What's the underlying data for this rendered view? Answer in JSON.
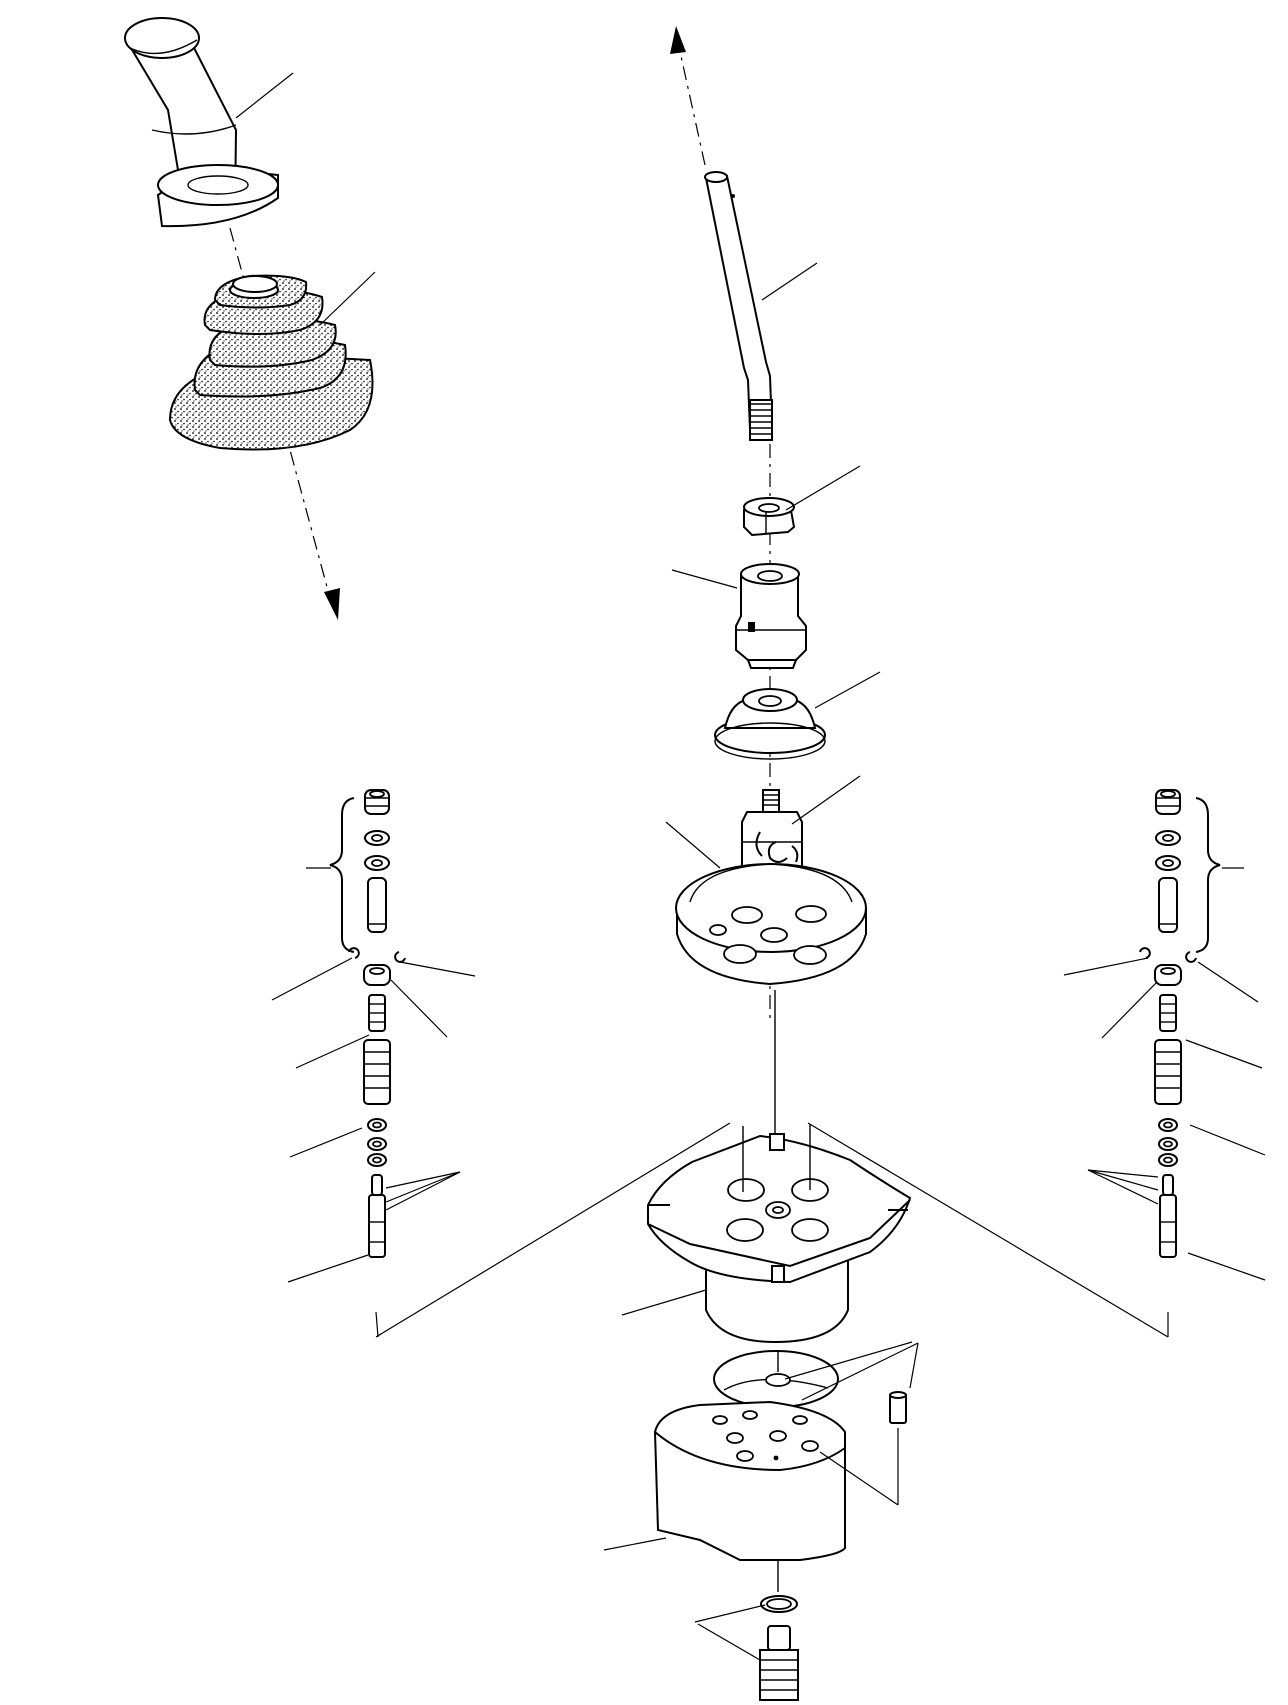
{
  "diagram": {
    "view": "exploded",
    "callout_labels": [],
    "assemblies": [
      {
        "id": "grip",
        "icon": "lever-grip-icon"
      },
      {
        "id": "boot",
        "icon": "rubber-boot-icon"
      },
      {
        "id": "lever",
        "icon": "lever-rod-icon"
      },
      {
        "id": "nut",
        "icon": "hex-nut-icon"
      },
      {
        "id": "collar",
        "icon": "collar-icon"
      },
      {
        "id": "cap",
        "icon": "dust-cap-icon"
      },
      {
        "id": "joint",
        "icon": "universal-joint-icon"
      },
      {
        "id": "disc",
        "icon": "cam-disc-icon"
      },
      {
        "id": "plate",
        "icon": "mounting-plate-icon"
      },
      {
        "id": "gasket",
        "icon": "gasket-icon"
      },
      {
        "id": "body",
        "icon": "valve-body-icon"
      },
      {
        "id": "pin",
        "icon": "dowel-pin-icon"
      },
      {
        "id": "plug",
        "icon": "plug-icon"
      },
      {
        "id": "left-spool-stack",
        "icon": "spool-stack-icon"
      },
      {
        "id": "right-spool-stack",
        "icon": "spool-stack-icon"
      }
    ]
  }
}
